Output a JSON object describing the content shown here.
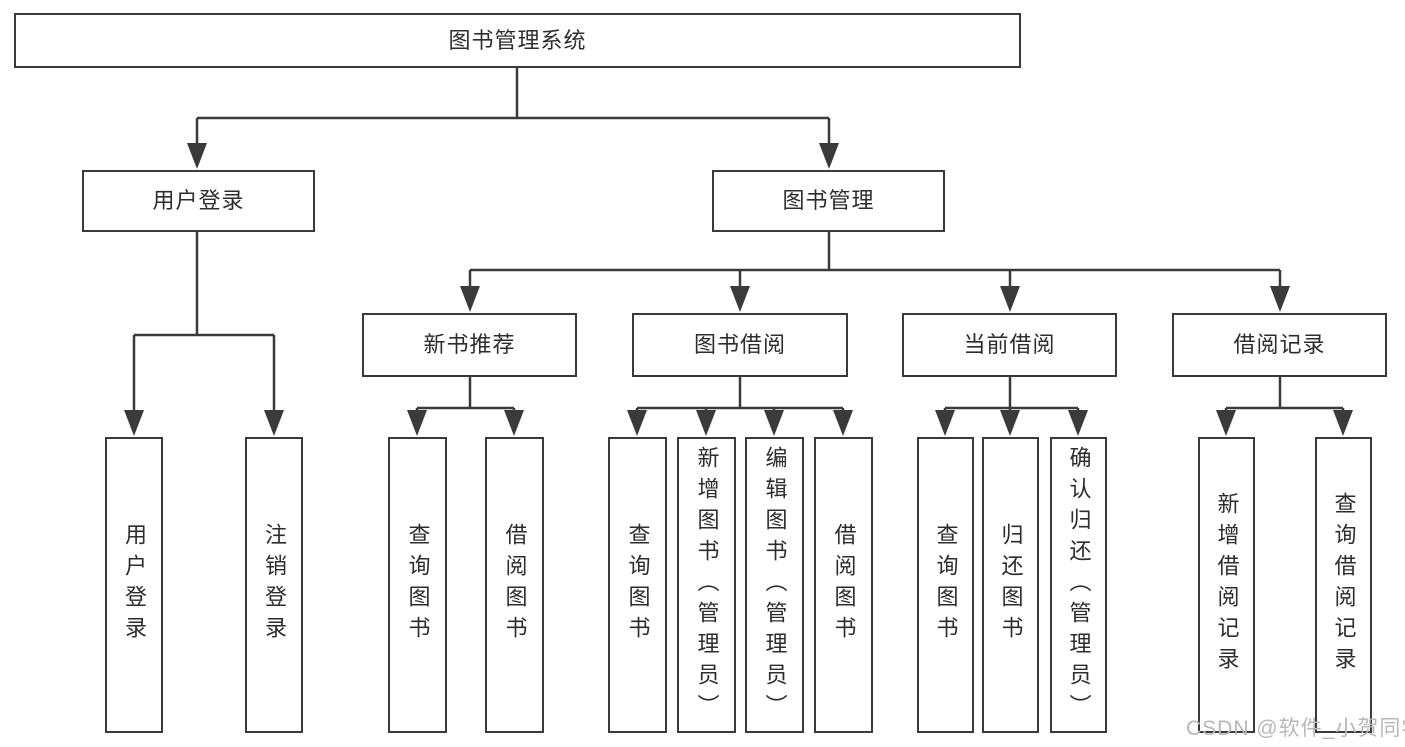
{
  "tree": {
    "root": {
      "label": "图书管理系统"
    },
    "branches": [
      {
        "label": "用户登录",
        "leaves": [
          "用户登录",
          "注销登录"
        ]
      },
      {
        "label": "图书管理",
        "groups": [
          {
            "label": "新书推荐",
            "leaves": [
              "查询图书",
              "借阅图书"
            ]
          },
          {
            "label": "图书借阅",
            "leaves": [
              "查询图书",
              "新增图书（管理员）",
              "编辑图书（管理员）",
              "借阅图书"
            ]
          },
          {
            "label": "当前借阅",
            "leaves": [
              "查询图书",
              "归还图书",
              "确认归还（管理员）"
            ]
          },
          {
            "label": "借阅记录",
            "leaves": [
              "新增借阅记录",
              "查询借阅记录"
            ]
          }
        ]
      }
    ]
  },
  "watermark": {
    "text": "CSDN @软件_小贺同学"
  },
  "colors": {
    "line": "#3a3a3a",
    "text": "#2d2d2d",
    "box_background": "#ffffff",
    "page_background": "#ffffff",
    "watermark": "#b7b7b7"
  }
}
